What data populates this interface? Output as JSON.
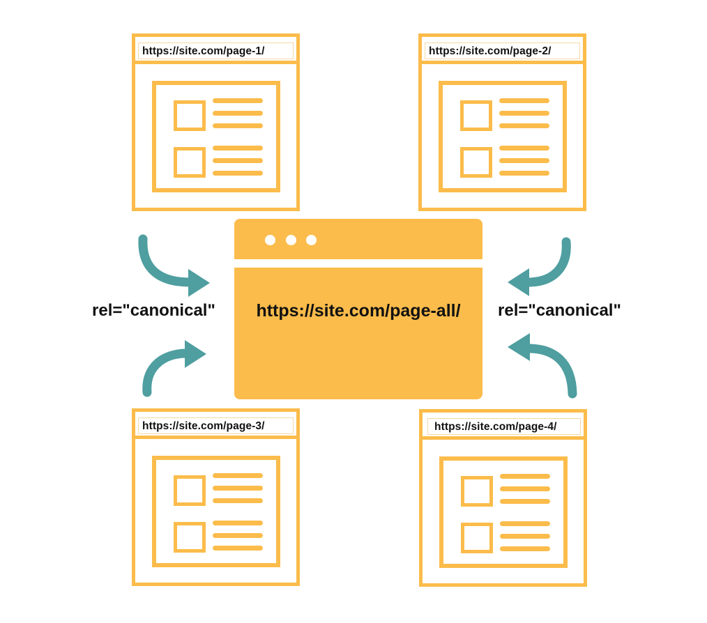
{
  "pages": [
    {
      "url": "https://site.com/page-1/"
    },
    {
      "url": "https://site.com/page-2/"
    },
    {
      "url": "https://site.com/page-3/"
    },
    {
      "url": "https://site.com/page-4/"
    }
  ],
  "hub": {
    "url": "https://site.com/page-all/"
  },
  "labels": {
    "left": "rel=\"canonical\"",
    "right": "rel=\"canonical\""
  },
  "colors": {
    "page_accent": "#fbbc4b",
    "arrow": "#4f9ea0"
  }
}
